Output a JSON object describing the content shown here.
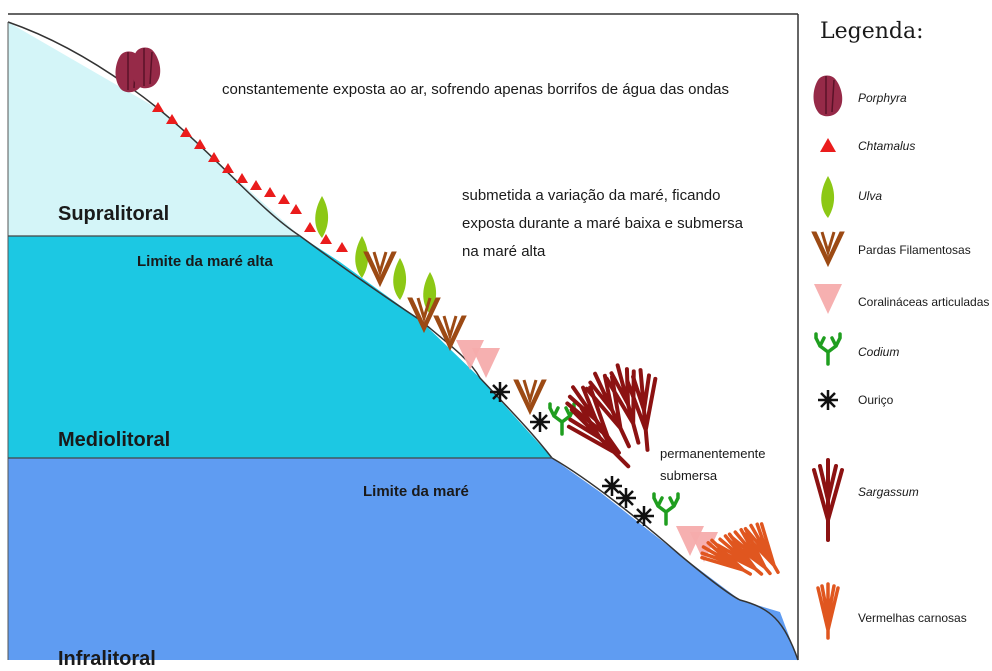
{
  "zones": {
    "supralitoral": "Supralitoral",
    "mediolitoral": "Mediolitoral",
    "infralitoral": "Infralitoral",
    "limite_mare_alta": "Limite da maré alta",
    "limite_mare": "Limite da maré"
  },
  "notes": {
    "supra": "constantemente exposta ao ar, sofrendo apenas borrifos de água das ondas",
    "medio": [
      "submetida a variação da maré, ficando",
      "exposta durante a maré baixa e submersa",
      "na maré alta"
    ],
    "infra": [
      "permanentemente",
      "submersa"
    ]
  },
  "legend": {
    "title": "Legenda:",
    "items": [
      {
        "label": "Porphyra",
        "icon": "porphyra-icon",
        "italic": true
      },
      {
        "label": "Chtamalus",
        "icon": "chtamalus-icon",
        "italic": true
      },
      {
        "label": "Ulva",
        "icon": "ulva-icon",
        "italic": true
      },
      {
        "label": "Pardas Filamentosas",
        "icon": "pardas-filamentosas-icon",
        "italic": false
      },
      {
        "label": "Coralináceas articuladas",
        "icon": "coralinaceas-icon",
        "italic": false
      },
      {
        "label": "Codium",
        "icon": "codium-icon",
        "italic": true
      },
      {
        "label": "Ouriço",
        "icon": "ourico-icon",
        "italic": false
      },
      {
        "label": "Sargassum",
        "icon": "sargassum-icon",
        "italic": true
      },
      {
        "label": "Vermelhas carnosas",
        "icon": "vermelhas-carnosas-icon",
        "italic": false
      }
    ]
  },
  "colors": {
    "supralitoral": "#d4f5f8",
    "mediolitoral": "#1cc8e3",
    "infralitoral": "#5f9cf2",
    "porphyra": "#962a48",
    "chtamalus": "#ea1c1c",
    "ulva": "#8cc815",
    "pardas": "#9c4a14",
    "coralinaceas": "#f5acac",
    "codium": "#1f9e1f",
    "ourico": "#111111",
    "sargassum": "#8c1212",
    "vermelhas": "#e0561f"
  }
}
